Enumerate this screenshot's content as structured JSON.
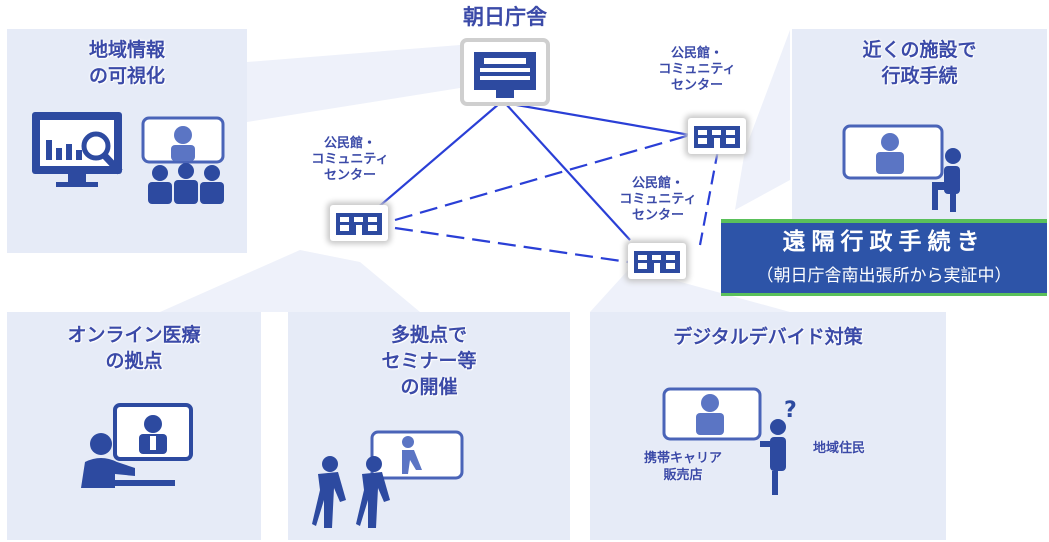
{
  "center": {
    "title": "朝日庁舎"
  },
  "community_center_label": "公民館・\nコミュニティ\nセンター",
  "panels": {
    "regional_info": "地域情報\nの可視化",
    "nearby_admin": "近くの施設で\n行政手続",
    "online_medical": "オンライン医療\nの拠点",
    "seminar": "多拠点で\nセミナー等\nの開催",
    "digital_divide": "デジタルデバイド対策"
  },
  "remote_procedure": {
    "title": "遠隔行政手続き",
    "subtitle": "（朝日庁舎南出張所から実証中）"
  },
  "digital_divide_labels": {
    "carrier_shop": "携帯キャリア\n販売店",
    "residents": "地域住民"
  },
  "colors": {
    "panel_bg": "#e6ebf7",
    "accent_blue": "#3b4aa8",
    "line_blue": "#2a3fd6",
    "badge_bg": "#2d54a8",
    "badge_border": "#5ac05a"
  }
}
